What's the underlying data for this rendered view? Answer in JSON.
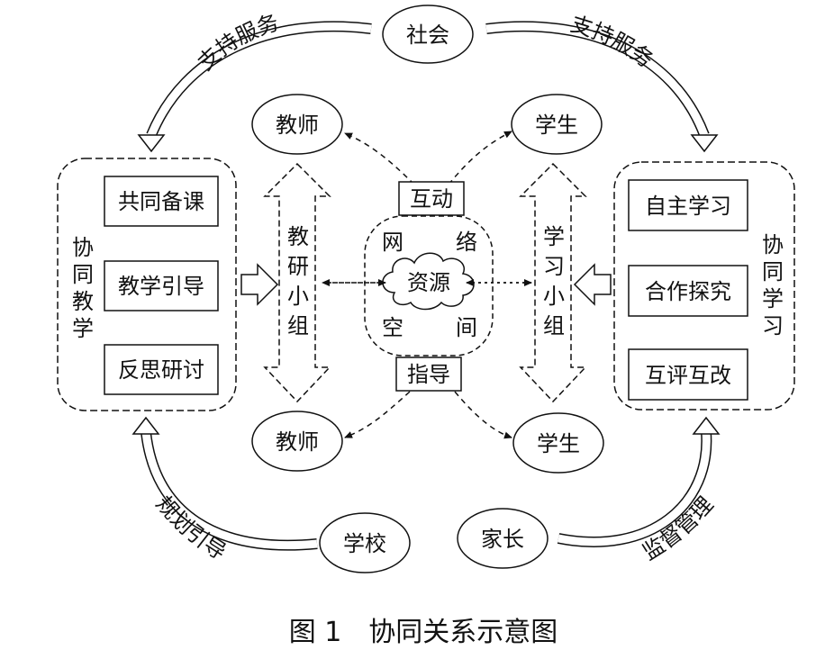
{
  "society": "社会",
  "support_left": "支持服务",
  "support_right": "支持服务",
  "planning_guidance": "规划引导",
  "supervision_management": "监督管理",
  "school": "学校",
  "parents": "家长",
  "teacher_top": "教师",
  "teacher_bottom": "教师",
  "student_top": "学生",
  "student_bottom": "学生",
  "interaction": "互动",
  "guidance": "指导",
  "left_group": {
    "vertical_label": [
      "协",
      "同",
      "教",
      "学"
    ],
    "items": [
      "共同备课",
      "教学引导",
      "反思研讨"
    ]
  },
  "right_group": {
    "vertical_label": [
      "协",
      "同",
      "学",
      "习"
    ],
    "items": [
      "自主学习",
      "合作探究",
      "互评互改"
    ]
  },
  "teaching_research_group": [
    "教",
    "研",
    "小",
    "组"
  ],
  "study_group": [
    "学",
    "习",
    "小",
    "组"
  ],
  "network": {
    "corner_chars": [
      "网",
      "络",
      "空",
      "间"
    ],
    "cloud_label": "资源"
  },
  "caption": "图 1　协同关系示意图"
}
